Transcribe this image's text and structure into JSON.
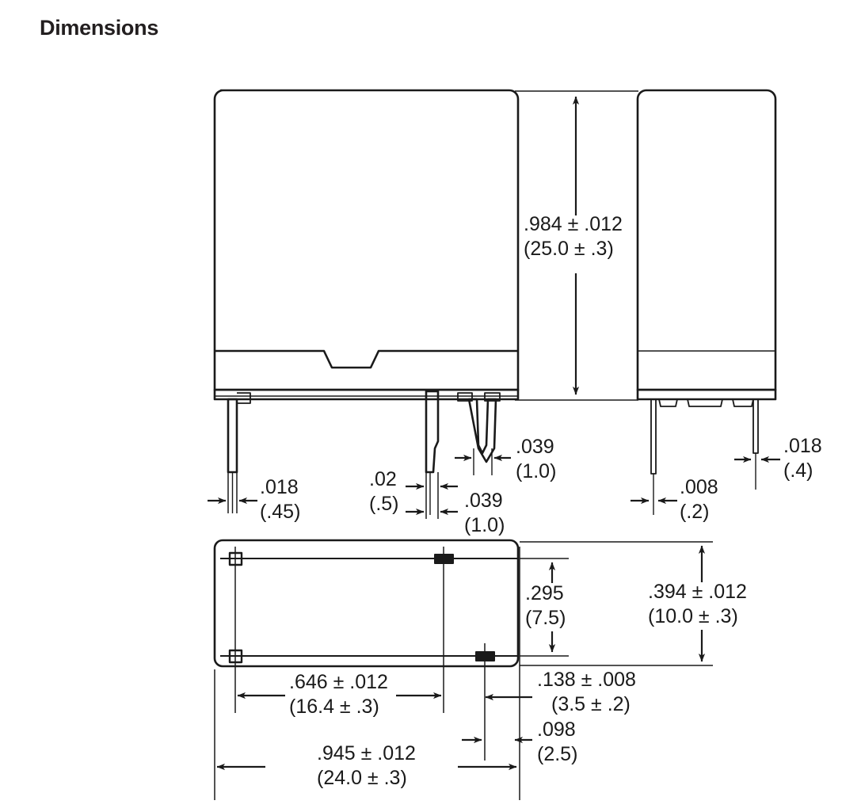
{
  "page": {
    "title": "Dimensions",
    "background_color": "#ffffff",
    "line_color": "#1a1a1a",
    "text_color": "#1a1a1a"
  },
  "drawing": {
    "type": "mechanical-dimension-drawing",
    "subject": "relay package outline",
    "units_note": "inches (millimeters in parentheses)",
    "views": [
      {
        "name": "front-view",
        "label": ""
      },
      {
        "name": "side-view",
        "label": ""
      },
      {
        "name": "bottom-view",
        "label": ""
      }
    ]
  },
  "dimensions": {
    "height_overall": {
      "imperial": ".984 ± .012",
      "metric": "(25.0 ± .3)"
    },
    "pin_width_left": {
      "imperial": ".018",
      "metric": "(.45)"
    },
    "pin_thickness_center": {
      "imperial": ".02",
      "metric": "(.5)"
    },
    "pin_gap_lower": {
      "imperial": ".039",
      "metric": "(1.0)"
    },
    "pin_gap_upper": {
      "imperial": ".039",
      "metric": "(1.0)"
    },
    "side_pin_thickness": {
      "imperial": ".008",
      "metric": "(.2)"
    },
    "side_pin_width": {
      "imperial": ".018",
      "metric": "(.4)"
    },
    "pad_pitch_vertical": {
      "imperial": ".295",
      "metric": "(7.5)"
    },
    "body_depth": {
      "imperial": ".394 ± .012",
      "metric": "(10.0 ± .3)"
    },
    "pad_span_horizontal": {
      "imperial": ".646 ± .012",
      "metric": "(16.4 ± .3)"
    },
    "pad_offset": {
      "imperial": ".138 ± .008",
      "metric": "(3.5 ± .2)"
    },
    "pad_edge_offset": {
      "imperial": ".098",
      "metric": "(2.5)"
    },
    "body_width_overall": {
      "imperial": ".945 ± .012",
      "metric": "(24.0 ± .3)"
    }
  }
}
